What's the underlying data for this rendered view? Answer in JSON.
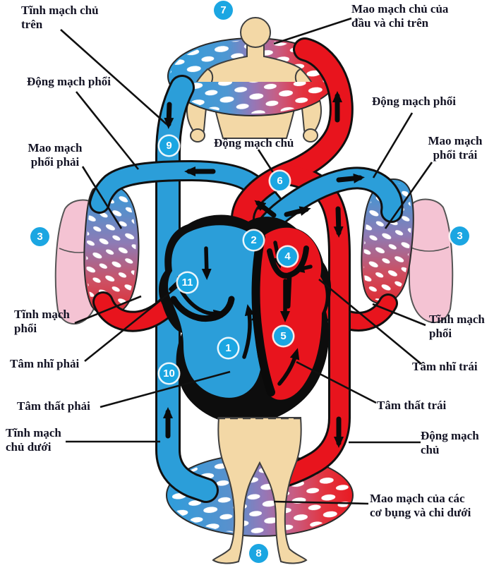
{
  "labels": {
    "superior_vena_cava": "Tĩnh mạch chủ\ntrên",
    "head_capillaries": "Mao mạch chủ của\nđầu và chi trên",
    "pulmonary_artery_left": "Động mạch phổi",
    "pulmonary_artery_right": "Động mạch phổi",
    "right_lung_capillaries": "Mao mạch\nphổi phải",
    "left_lung_capillaries": "Mao mạch\nphổi trái",
    "aorta_center": "Động mạch chủ",
    "pulmonary_vein_left": "Tĩnh mạch\nphổi",
    "pulmonary_vein_right": "Tĩnh mạch\nphổi",
    "right_atrium": "Tâm nhĩ phải",
    "left_atrium": "Tâm nhĩ trái",
    "right_ventricle": "Tâm thất phải",
    "left_ventricle": "Tâm thất trái",
    "inferior_vena_cava": "Tĩnh mạch\nchủ dưới",
    "aorta_right": "Động mạch\nchủ",
    "abdominal_capillaries": "Mao mạch của các\ncơ bụng và chi dưới"
  },
  "markers": {
    "upper_body": "7",
    "superior_vena_cava": "9",
    "aorta": "6",
    "pulmonary_trunk": "2",
    "left_atrium": "4",
    "right_atrium": "11",
    "right_ventricle": "1",
    "left_ventricle": "5",
    "inferior_vena_cava": "10",
    "lung_left": "3",
    "lung_right": "3",
    "lower_body": "8"
  },
  "colors": {
    "vein_blue": "#2B9ED9",
    "artery_red": "#E8141D",
    "lung_pink": "#F4C3D3",
    "skin": "#F3D8A6",
    "marker_blue": "#1BA6E2",
    "label_text": "#131324"
  }
}
